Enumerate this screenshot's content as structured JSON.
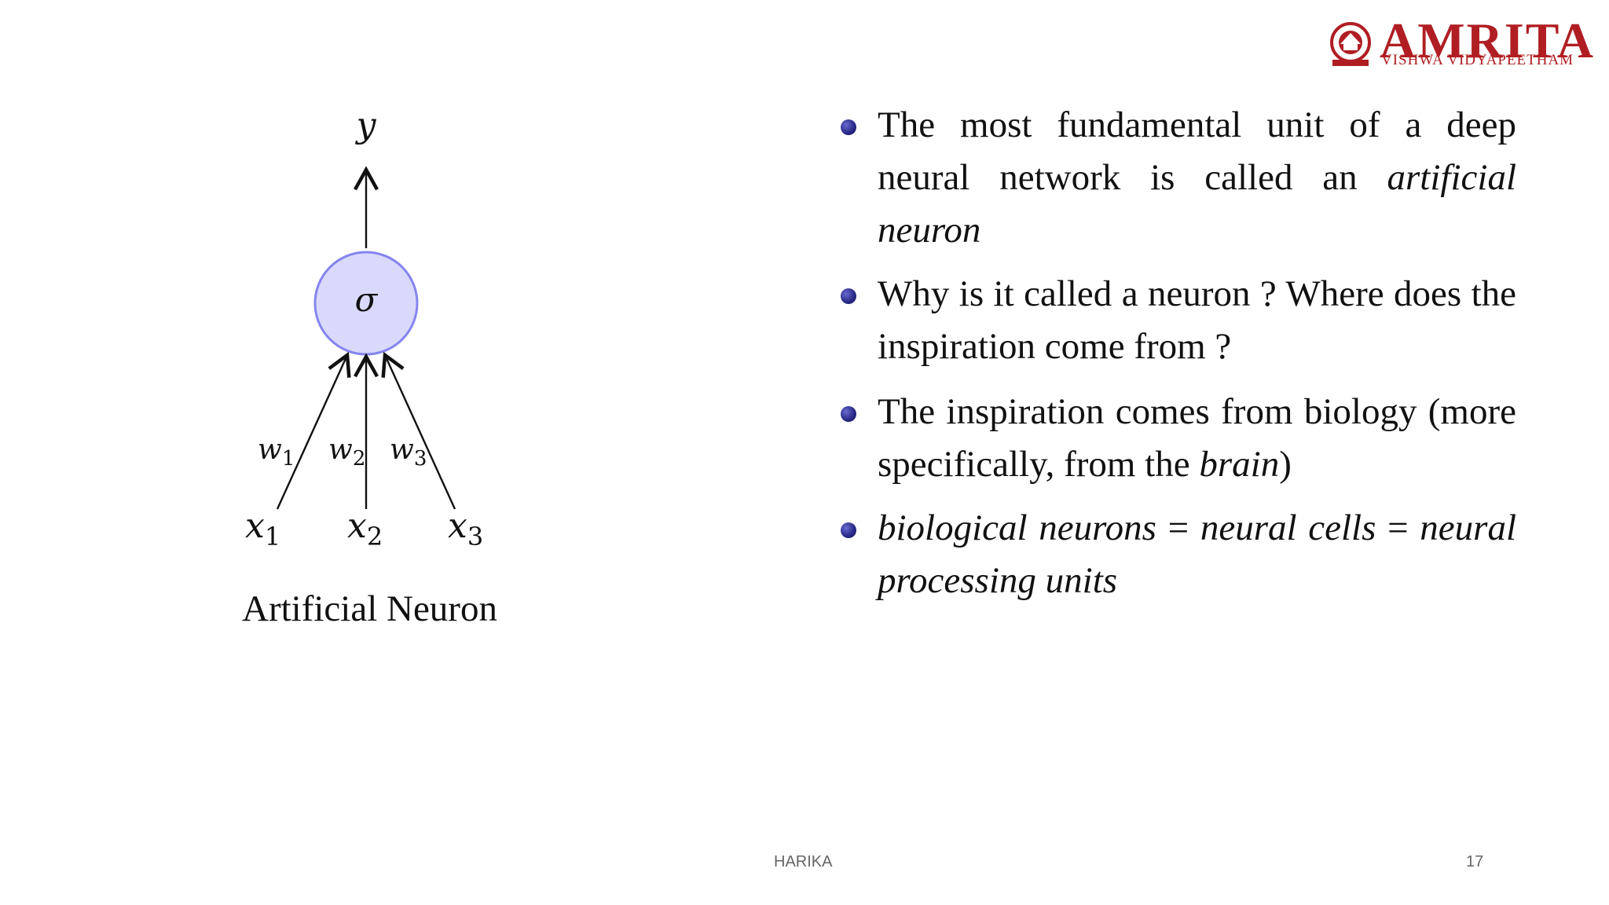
{
  "logo": {
    "name": "AMRITA",
    "subtitle": "VISHWA VIDYAPEETHAM",
    "color": "#b01e23"
  },
  "diagram": {
    "output_label": "y",
    "node_label": "σ",
    "weights": [
      "w",
      "w",
      "w"
    ],
    "weight_subs": [
      "1",
      "2",
      "3"
    ],
    "inputs": [
      "x",
      "x",
      "x"
    ],
    "input_subs": [
      "1",
      "2",
      "3"
    ],
    "node_fill": "#d9d9fb",
    "node_stroke": "#8585ef",
    "caption": "Artificial Neuron"
  },
  "bullets": [
    {
      "part1": "The most fundamental unit of a deep neural network is called an ",
      "part2_italic": "artificial neuron"
    },
    {
      "text": "Why is it called a neuron ?  Where does the inspiration come from ?"
    },
    {
      "part1": "The inspiration comes from biology (more specifically, from the ",
      "part2_italic": "brain",
      "part3": ")"
    },
    {
      "italic_a": "biological neurons",
      "eq1": " = ",
      "italic_b": "neural cells",
      "eq2": " = ",
      "italic_c": "neural processing units"
    }
  ],
  "footer": {
    "center": "HARIKA",
    "page": "17"
  }
}
